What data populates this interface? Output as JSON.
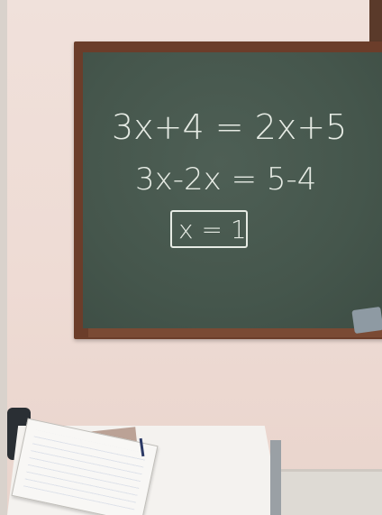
{
  "chalkboard": {
    "lines": [
      "3x+4 = 2x+5",
      "3x-2x = 5-4",
      "x = 1"
    ],
    "chalk_color": "#e6ebe4",
    "board_color": "#45564c",
    "frame_color": "#6b3d2a"
  },
  "wall_color": "#eedbd4"
}
